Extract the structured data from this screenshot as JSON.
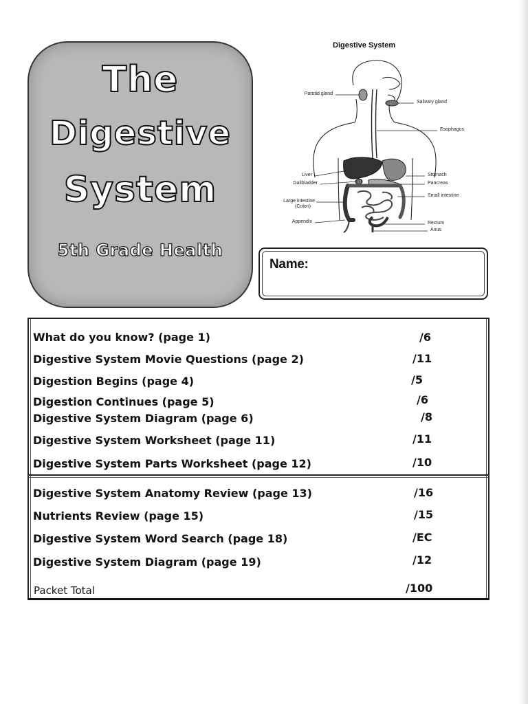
{
  "cover": {
    "title_line1": "The",
    "title_line2": "Digestive",
    "title_line3": "System",
    "subtitle": "5th Grade Health"
  },
  "diagram": {
    "title": "Digestive System",
    "labels": {
      "parotid": "Parotid gland",
      "salivary": "Salivary gland",
      "esophagus": "Esophagus",
      "liver": "Liver",
      "gallbladder": "Gallbladder",
      "large_intestine": "Large intestine",
      "colon": "(Colon)",
      "appendix": "Appendix",
      "stomach": "Stomach",
      "pancreas": "Pancreas",
      "small_intestine": "Small intestine",
      "rectum": "Rectum",
      "anus": "Anus"
    }
  },
  "name_box": {
    "label": "Name:"
  },
  "rows": [
    {
      "label": "What do you know? (page 1)",
      "score": "/6"
    },
    {
      "label": "Digestive System Movie Questions (page 2)",
      "score": "/11"
    },
    {
      "label": "Digestion Begins (page 4)",
      "score": "/5"
    },
    {
      "label": "Digestion Continues (page 5)",
      "score": "/6"
    },
    {
      "label": "Digestive System Diagram (page 6)",
      "score": "/8"
    },
    {
      "label": "Digestive System Worksheet (page 11)",
      "score": "/11"
    },
    {
      "label": "Digestive System Parts Worksheet (page 12)",
      "score": "/10"
    },
    {
      "label": "Digestive System Anatomy Review (page 13)",
      "score": "/16"
    },
    {
      "label": "Nutrients Review (page 15)",
      "score": "/15"
    },
    {
      "label": "Digestive System Word Search (page 18)",
      "score": "/EC"
    },
    {
      "label": "Digestive System Diagram (page 19)",
      "score": "/12"
    }
  ],
  "total": {
    "label": "Packet Total",
    "score": "/100"
  }
}
